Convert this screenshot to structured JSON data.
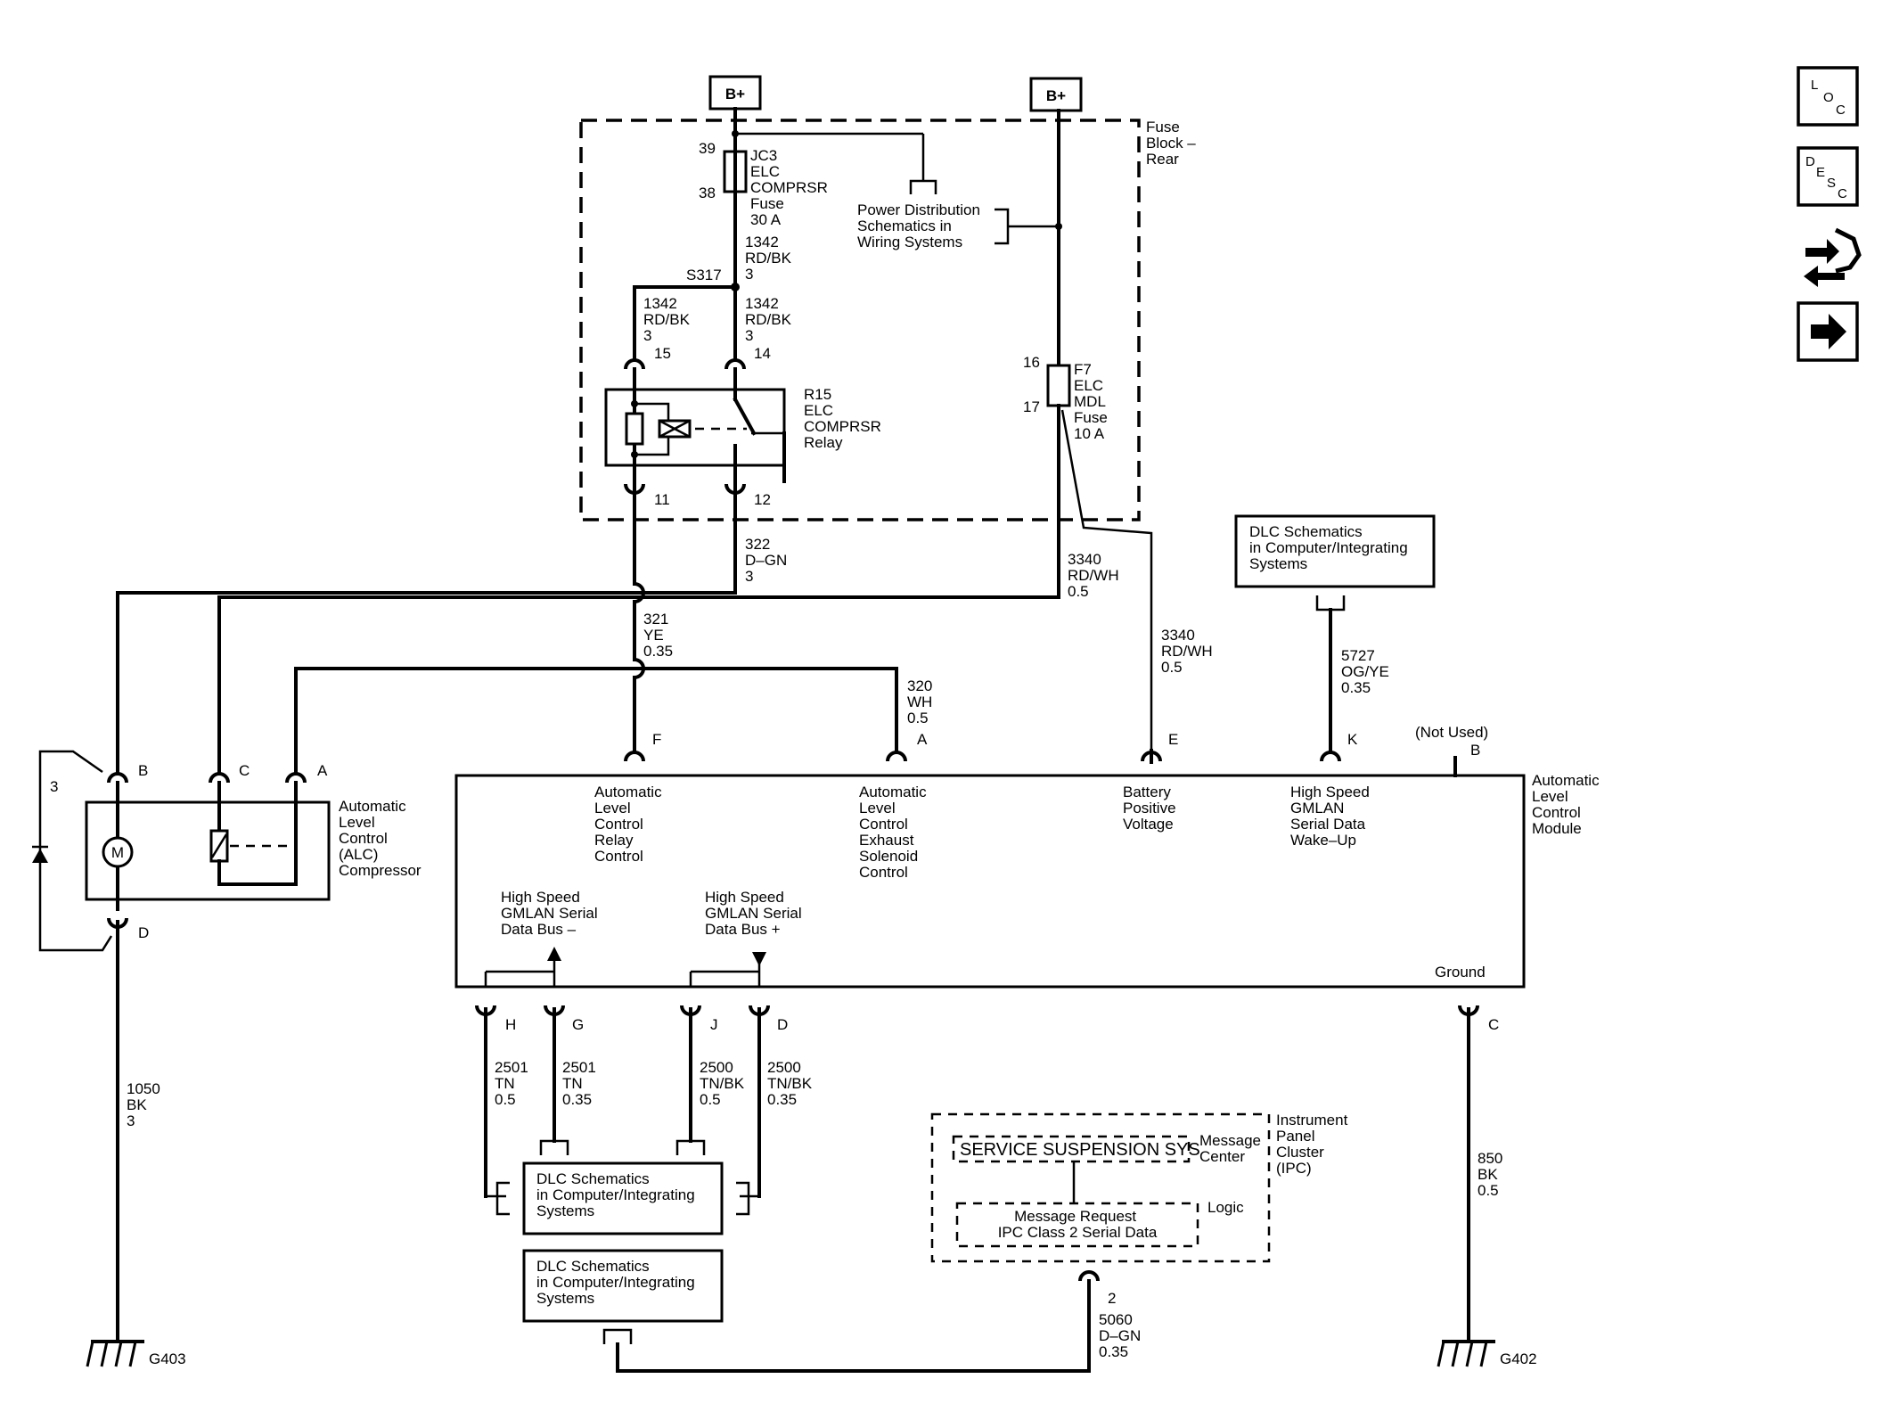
{
  "power": {
    "bplus_left": "B+",
    "bplus_right": "B+"
  },
  "fuse_block": {
    "title": [
      "Fuse",
      "Block –",
      "Rear"
    ]
  },
  "fuse_jc3": {
    "pin_top": "39",
    "pin_bottom": "38",
    "label": [
      "JC3",
      "ELC",
      "COMPRSR",
      "Fuse",
      "30 A"
    ]
  },
  "power_distribution": {
    "label": [
      "Power Distribution",
      "Schematics in",
      "Wiring Systems"
    ]
  },
  "fuse_f7": {
    "pin_top": "16",
    "pin_bottom": "17",
    "label": [
      "F7",
      "ELC",
      "MDL",
      "Fuse",
      "10 A"
    ]
  },
  "splice": {
    "label": "S317"
  },
  "relay_r15": {
    "label": [
      "R15",
      "ELC",
      "COMPRSR",
      "Relay"
    ],
    "pins": [
      "15",
      "14",
      "11",
      "12"
    ]
  },
  "wires": {
    "w1342_a": [
      "1342",
      "RD/BK",
      "3"
    ],
    "w1342_b": [
      "1342",
      "RD/BK",
      "3"
    ],
    "w1342_c": [
      "1342",
      "RD/BK",
      "3"
    ],
    "w322": [
      "322",
      "D–GN",
      "3"
    ],
    "w3340_a": [
      "3340",
      "RD/WH",
      "0.5"
    ],
    "w3340_b": [
      "3340",
      "RD/WH",
      "0.5"
    ],
    "w321": [
      "321",
      "YE",
      "0.35"
    ],
    "w320": [
      "320",
      "WH",
      "0.5"
    ],
    "w5727": [
      "5727",
      "OG/YE",
      "0.35"
    ],
    "w1050": [
      "1050",
      "BK",
      "3"
    ],
    "w2501_h": [
      "2501",
      "TN",
      "0.5"
    ],
    "w2501_g": [
      "2501",
      "TN",
      "0.35"
    ],
    "w2500_j": [
      "2500",
      "TN/BK",
      "0.5"
    ],
    "w2500_d": [
      "2500",
      "TN/BK",
      "0.35"
    ],
    "w850": [
      "850",
      "BK",
      "0.5"
    ],
    "w5060": [
      "5060",
      "D–GN",
      "0.35"
    ]
  },
  "dlc_top": {
    "label": [
      "DLC Schematics",
      "in Computer/Integrating",
      "Systems"
    ]
  },
  "dlc_mid": {
    "label": [
      "DLC Schematics",
      "in Computer/Integrating",
      "Systems"
    ]
  },
  "dlc_bottom": {
    "label": [
      "DLC Schematics",
      "in Computer/Integrating",
      "Systems"
    ]
  },
  "compressor": {
    "label": [
      "Automatic",
      "Level",
      "Control",
      "(ALC)",
      "Compressor"
    ],
    "motor": "M",
    "pins": {
      "b": "B",
      "c": "C",
      "a": "A",
      "d": "D"
    },
    "diode_wire": "3"
  },
  "module": {
    "label": [
      "Automatic",
      "Level",
      "Control",
      "Module"
    ],
    "pins_top": {
      "f": "F",
      "a": "A",
      "e": "E",
      "k": "K",
      "b": "B"
    },
    "not_used": "(Not Used)",
    "pins_bottom": {
      "h": "H",
      "g": "G",
      "j": "J",
      "d": "D",
      "c": "C"
    },
    "func_relay": [
      "Automatic",
      "Level",
      "Control",
      "Relay",
      "Control"
    ],
    "func_exhaust": [
      "Automatic",
      "Level",
      "Control",
      "Exhaust",
      "Solenoid",
      "Control"
    ],
    "func_battery": [
      "Battery",
      "Positive",
      "Voltage"
    ],
    "func_wakeup": [
      "High Speed",
      "GMLAN",
      "Serial Data",
      "Wake–Up"
    ],
    "bus_minus": [
      "High Speed",
      "GMLAN Serial",
      "Data Bus –"
    ],
    "bus_plus": [
      "High Speed",
      "GMLAN Serial",
      "Data Bus +"
    ],
    "ground": "Ground"
  },
  "ipc": {
    "label": [
      "Instrument",
      "Panel",
      "Cluster",
      "(IPC)"
    ],
    "message": "SERVICE SUSPENSION SYS",
    "message_center": [
      "Message",
      "Center"
    ],
    "logic": "Logic",
    "request": [
      "Message Request",
      "IPC Class 2 Serial Data"
    ],
    "pin": "2"
  },
  "grounds": {
    "left": "G403",
    "right": "G402"
  },
  "nav": {
    "loc": {
      "l": "L",
      "o": "O",
      "c": "C"
    },
    "desc": {
      "d": "D",
      "e": "E",
      "s": "S",
      "c": "C"
    }
  }
}
